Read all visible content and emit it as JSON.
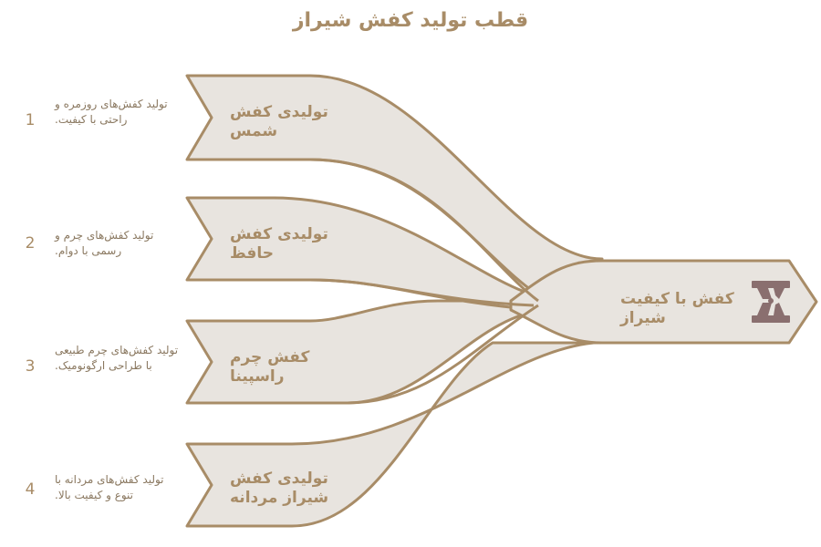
{
  "title": "قطب تولید کفش شیراز",
  "colors": {
    "fill": "#e8e4df",
    "stroke": "#a88c67",
    "icon": "#8a6f6f"
  },
  "items": [
    {
      "number": "1",
      "label": "تولیدی کفش شمس",
      "description": "تولید کفش‌های روزمره و راحتی با کیفیت."
    },
    {
      "number": "2",
      "label": "تولیدی کفش حافظ",
      "description": "تولید کفش‌های چرم و رسمی با دوام."
    },
    {
      "number": "3",
      "label": "کفش چرم راسپینا",
      "description": "تولید کفش‌های چرم طبیعی با طراحی ارگونومیک."
    },
    {
      "number": "4",
      "label": "تولیدی کفش شیراز مردانه",
      "description": "تولید کفش‌های مردانه با تنوع و کیفیت بالا."
    }
  ],
  "outlet": {
    "label": "کفش با کیفیت شیراز",
    "icon": "factory-icon"
  }
}
